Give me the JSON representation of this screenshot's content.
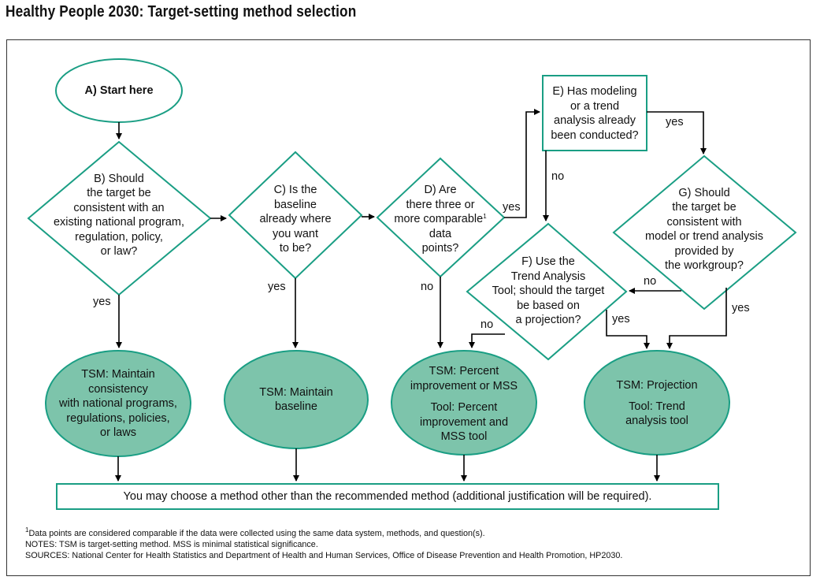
{
  "title": "Healthy People 2030: Target-setting method selection",
  "nodes": {
    "a": "A) Start here",
    "b": [
      "B) Should",
      "the target be",
      "consistent with an",
      "existing national program,",
      "regulation, policy,",
      "or law?"
    ],
    "c": [
      "C) Is the",
      "baseline",
      "already where",
      "you want",
      "to be?"
    ],
    "d": [
      "D) Are",
      "there three or",
      "more comparable",
      "data",
      "points?"
    ],
    "d_sup": "1",
    "e": [
      "E) Has modeling",
      "or a trend",
      "analysis already",
      "been conducted?"
    ],
    "f": [
      "F) Use the",
      "Trend Analysis",
      "Tool; should the target",
      "be based on",
      "a projection?"
    ],
    "g": [
      "G) Should",
      "the target be",
      "consistent with",
      "model or trend analysis",
      "provided by",
      "the workgroup?"
    ]
  },
  "outcomes": {
    "tsm1": [
      "TSM: Maintain",
      "consistency",
      "with national programs,",
      "regulations, policies,",
      "or laws"
    ],
    "tsm2": [
      "TSM: Maintain",
      "baseline"
    ],
    "tsm3": [
      "TSM: Percent",
      "improvement or MSS",
      "",
      "Tool: Percent",
      "improvement and",
      "MSS tool"
    ],
    "tsm4": [
      "TSM: Projection",
      "",
      "Tool: Trend",
      "analysis tool"
    ]
  },
  "final_box": "You may choose a method other than the recommended method (additional justification will be required).",
  "edge_labels": {
    "b_yes": "yes",
    "c_yes": "yes",
    "d_yes": "yes",
    "d_no": "no",
    "e_yes": "yes",
    "e_no": "no",
    "f_no": "no",
    "f_yes": "yes",
    "g_no": "no",
    "g_yes": "yes"
  },
  "footnotes": {
    "note1_sup": "1",
    "note1": "Data points are considered comparable if the data were collected using the same data system, methods, and question(s).",
    "note2": "NOTES: TSM is target-setting method. MSS is minimal statistical significance.",
    "note3": "SOURCES: National Center for Health Statistics and Department of Health and Human Services, Office of Disease Prevention and Health Promotion, HP2030."
  },
  "colors": {
    "outline": "#1a9e84",
    "fill_outcome": "#7dc4ab",
    "arrow": "#000000"
  }
}
